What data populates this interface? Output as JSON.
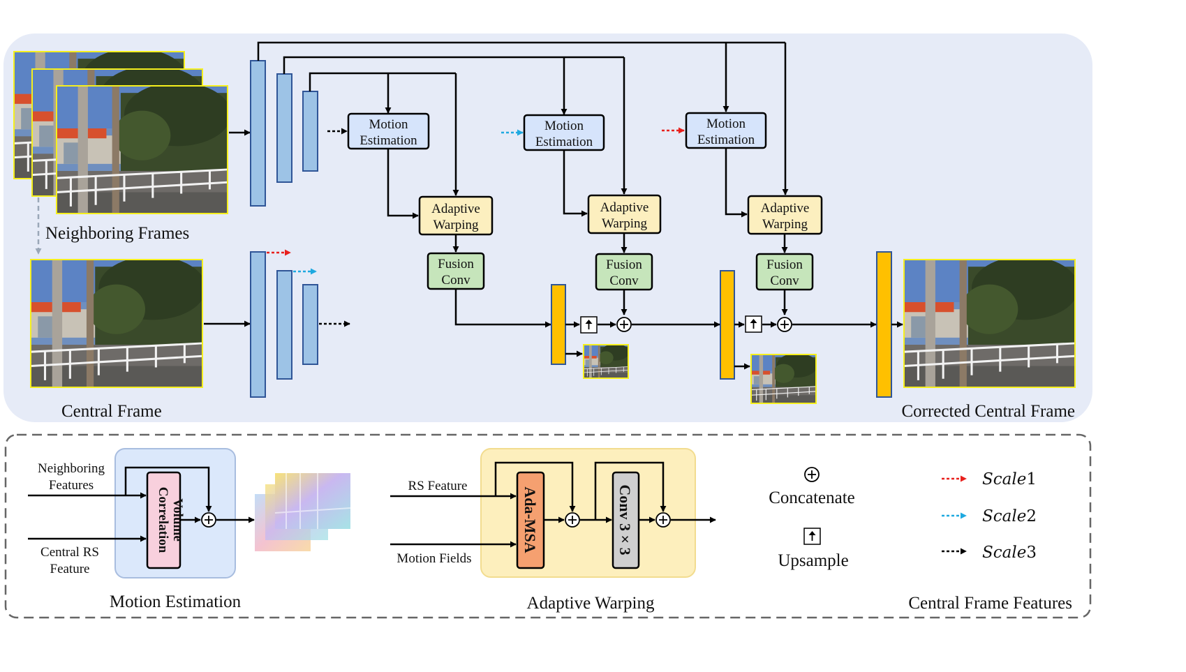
{
  "labels": {
    "neighboring_frames": "Neighboring Frames",
    "central_frame": "Central Frame",
    "corrected_central_frame": "Corrected Central Frame",
    "motion_estimation_1": "Motion",
    "motion_estimation_2": "Estimation",
    "adaptive_warping_1": "Adaptive",
    "adaptive_warping_2": "Warping",
    "fusion_conv_1": "Fusion",
    "fusion_conv_2": "Conv"
  },
  "bottom": {
    "me": {
      "caption": "Motion Estimation",
      "input_top_1": "Neighboring",
      "input_top_2": "Features",
      "input_bottom_1": "Central RS",
      "input_bottom_2": "Feature",
      "block_1": "Correlation",
      "block_2": "Volume"
    },
    "aw": {
      "caption": "Adaptive Warping",
      "input_top": "RS Feature",
      "input_bottom": "Motion Fields",
      "block_1": "Ada-MSA",
      "block_2": "Conv 3 × 3"
    },
    "legend": {
      "concat_symbol": "⊕",
      "concat_label": "Concatenate",
      "upsample_label": "Upsample",
      "scale_word": "Scale",
      "scales": [
        "1",
        "2",
        "3"
      ],
      "caption": "Central Frame Features"
    }
  },
  "colors": {
    "panel_bg": "#e6ebf7",
    "encoder_blue": "#9dc3e6",
    "encoder_border": "#2f5597",
    "motion_box": "#d6e4fb",
    "warp_box": "#fcefbf",
    "fusion_box": "#c6e5bb",
    "feature_orange": "#ffc000",
    "scale1": "#e8201d",
    "scale2": "#1ea9e0",
    "scale3": "#000000",
    "ada_msa": "#f5a070",
    "conv3": "#cfcfcf",
    "corr_volume": "#f8d0dd"
  }
}
